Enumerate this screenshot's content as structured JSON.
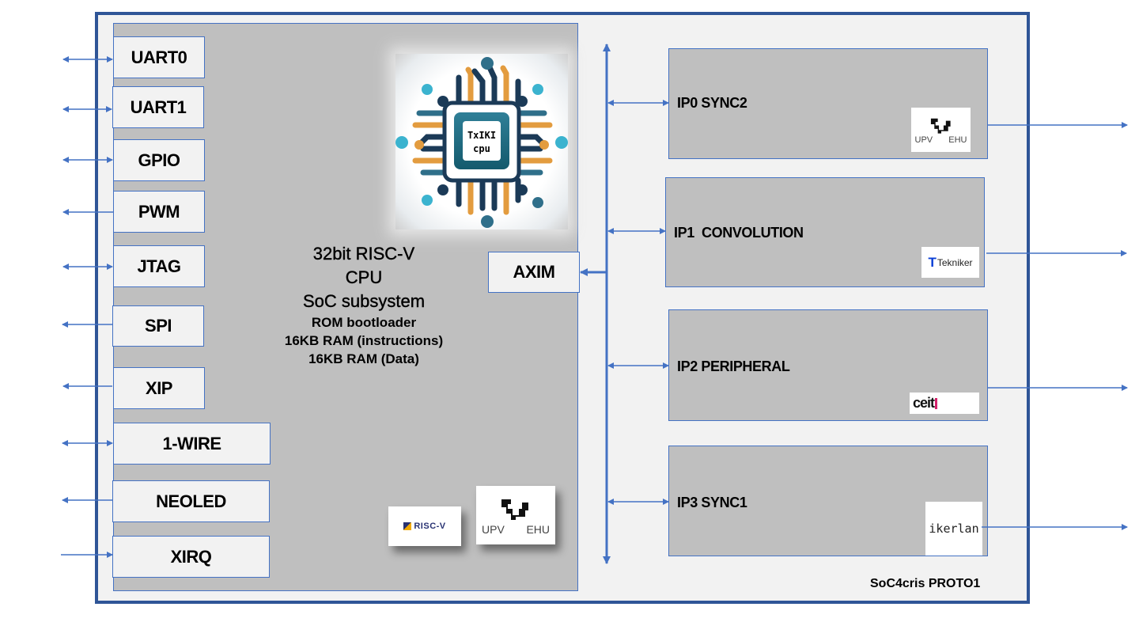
{
  "diagram": {
    "title": "SoC4cris PROTO1",
    "cpu_subsystem": {
      "title_lines": [
        "32bit RISC-V",
        "CPU",
        "SoC subsystem"
      ],
      "detail_lines": [
        "ROM bootloader",
        "16KB RAM (instructions)",
        "16KB RAM (Data)"
      ],
      "chip_logo_text": [
        "TxIKI",
        "cpu"
      ],
      "logos": {
        "riscv": "RISC-V",
        "upv_top": "UPV",
        "upv_bottom": "EHU"
      }
    },
    "peripherals": [
      {
        "label": "UART0",
        "direction": "bidirectional"
      },
      {
        "label": "UART1",
        "direction": "bidirectional"
      },
      {
        "label": "GPIO",
        "direction": "bidirectional"
      },
      {
        "label": "PWM",
        "direction": "output"
      },
      {
        "label": "JTAG",
        "direction": "bidirectional"
      },
      {
        "label": "SPI",
        "direction": "output"
      },
      {
        "label": "XIP",
        "direction": "output"
      },
      {
        "label": "1-WIRE",
        "direction": "bidirectional"
      },
      {
        "label": "NEOLED",
        "direction": "output"
      },
      {
        "label": "XIRQ",
        "direction": "input"
      }
    ],
    "bus_master": {
      "label": "AXIM"
    },
    "ip_blocks": [
      {
        "label": "IP0 SYNC2",
        "logo": "UPV EHU",
        "logo_top": "UPV",
        "logo_bottom": "EHU"
      },
      {
        "label": "IP1  CONVOLUTION",
        "logo": "Tekniker"
      },
      {
        "label": "IP2 PERIPHERAL",
        "logo": "ceit"
      },
      {
        "label": "IP3 SYNC1",
        "logo": "ikerlan"
      }
    ],
    "colors": {
      "outer_border": "#2f5597",
      "line_blue": "#4472c4",
      "block_gray": "#bfbfbf",
      "panel_light": "#f2f2f2"
    }
  }
}
